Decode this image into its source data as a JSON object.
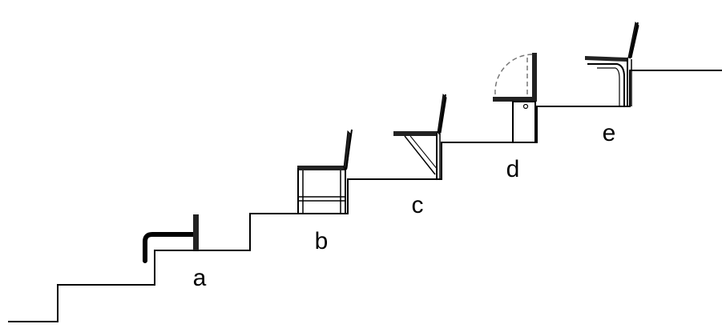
{
  "diagram": {
    "seats": [
      {
        "id": "a",
        "label": "a"
      },
      {
        "id": "b",
        "label": "b"
      },
      {
        "id": "c",
        "label": "c"
      },
      {
        "id": "d",
        "label": "d"
      },
      {
        "id": "e",
        "label": "e"
      }
    ],
    "colors": {
      "stroke": "#000000",
      "seat_fill": "#555555",
      "dashed": "#777777",
      "background": "#ffffff"
    }
  }
}
